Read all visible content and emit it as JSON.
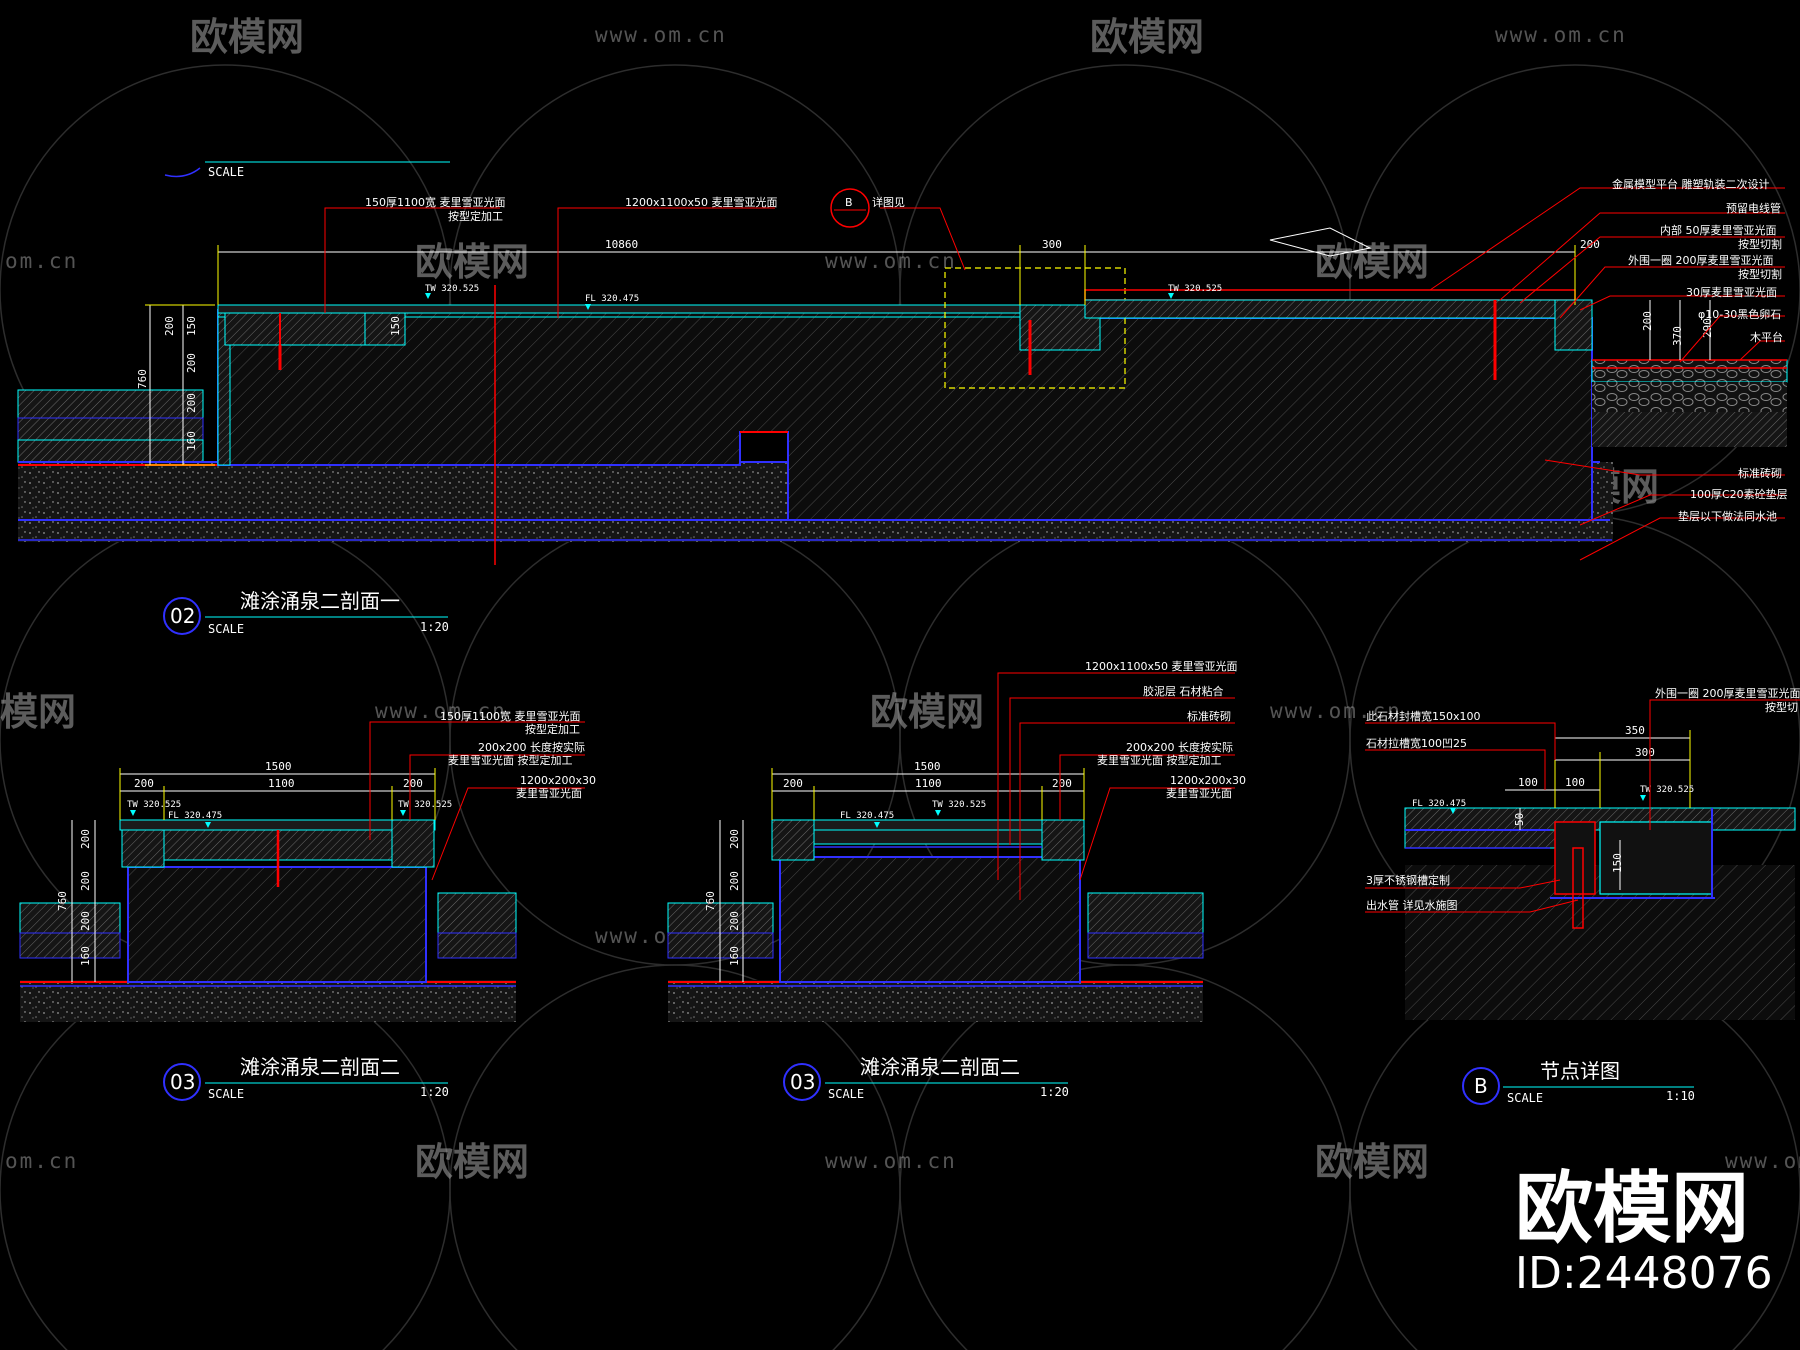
{
  "sections": {
    "main": {
      "num": "02",
      "title": "滩涂涌泉二剖面一",
      "scale_label": "SCALE",
      "scale": "1:20"
    },
    "left": {
      "num": "03",
      "title": "滩涂涌泉二剖面二",
      "scale_label": "SCALE",
      "scale": "1:20"
    },
    "mid": {
      "num": "03",
      "title": "滩涂涌泉二剖面二",
      "scale_label": "SCALE",
      "scale": "1:20"
    },
    "detail": {
      "num": "B",
      "title": "节点详图",
      "scale_label": "SCALE",
      "scale": "1:10"
    },
    "top_cut": {
      "scale_label": "SCALE"
    }
  },
  "main_dims": {
    "total": "10860",
    "mid": "300",
    "right": "200",
    "h1": "200",
    "h2": "150",
    "h3": "200",
    "h4": "200",
    "h5": "160",
    "total_h": "760",
    "curb": "150",
    "r1": "200",
    "r2": "370",
    "r3": "290"
  },
  "main_levels": [
    "TW 320.525",
    "FL 320.475",
    "TW 320.525"
  ],
  "main_labels": {
    "l1a": "150厚1100宽 麦里雪亚光面",
    "l1b": "按型定加工",
    "l2": "1200x1100x50 麦里雪亚光面",
    "ref_b": "B",
    "ref_text": "详图见",
    "r1": "金属模型平台 雕塑轨装二次设计",
    "r2": "预留电线管",
    "r3a": "内部 50厚麦里雪亚光面",
    "r3b": "按型切割",
    "r4a": "外围一圈 200厚麦里雪亚光面",
    "r4b": "按型切割",
    "r5": "30厚麦里雪亚光面",
    "r6": "φ10-30黑色卵石",
    "r7": "木平台",
    "r8": "标准砖砌",
    "r9": "100厚C20素砼垫层",
    "r10": "垫层以下做法同水池"
  },
  "left_dims": {
    "total": "1500",
    "a": "200",
    "b": "1100",
    "c": "200",
    "h1": "200",
    "h2": "200",
    "h3": "200",
    "h4": "160",
    "th": "760"
  },
  "left_levels": [
    "TW 320.525",
    "FL 320.475",
    "TW 320.525"
  ],
  "left_labels": {
    "a1": "150厚1100宽 麦里雪亚光面",
    "a2": "按型定加工",
    "b1": "200x200 长度按实际",
    "b2": "麦里雪亚光面 按型定加工",
    "c1": "1200x200x30",
    "c2": "麦里雪亚光面"
  },
  "mid_dims": {
    "total": "1500",
    "a": "200",
    "b": "1100",
    "c": "200",
    "h1": "200",
    "h2": "200",
    "h3": "200",
    "h4": "160",
    "th": "760"
  },
  "mid_levels": [
    "FL 320.475",
    "TW 320.525"
  ],
  "mid_labels": {
    "a": "1200x1100x50 麦里雪亚光面",
    "b": "胶泥层 石材粘合",
    "c": "标准砖砌",
    "d1": "200x200 长度按实际",
    "d2": "麦里雪亚光面 按型定加工",
    "e1": "1200x200x30",
    "e2": "麦里雪亚光面"
  },
  "detail_dims": {
    "a": "350",
    "b": "300",
    "c": "100",
    "d": "100",
    "e": "50",
    "f": "150"
  },
  "detail_levels": [
    "FL 320.475",
    "TW 320.525"
  ],
  "detail_labels": {
    "a": "此石材封槽宽150x100",
    "b": "石材拉槽宽100凹25",
    "c": "3厚不锈钢槽定制",
    "d": "出水管 详见水施图",
    "e1": "外围一圈 200厚麦里雪亚光面",
    "e2": "按型切"
  },
  "watermark": {
    "url": "www.om.cn",
    "url_cut": "om.cn",
    "name": "欧模网",
    "name_cut": "模网"
  },
  "brand": {
    "name": "欧模网",
    "id": "ID:2448076"
  },
  "colors": {
    "bg": "#000000",
    "yellow": "#ffff00",
    "red": "#ff0000",
    "cyan": "#00ffff",
    "blue": "#3030ff",
    "white": "#ffffff"
  }
}
